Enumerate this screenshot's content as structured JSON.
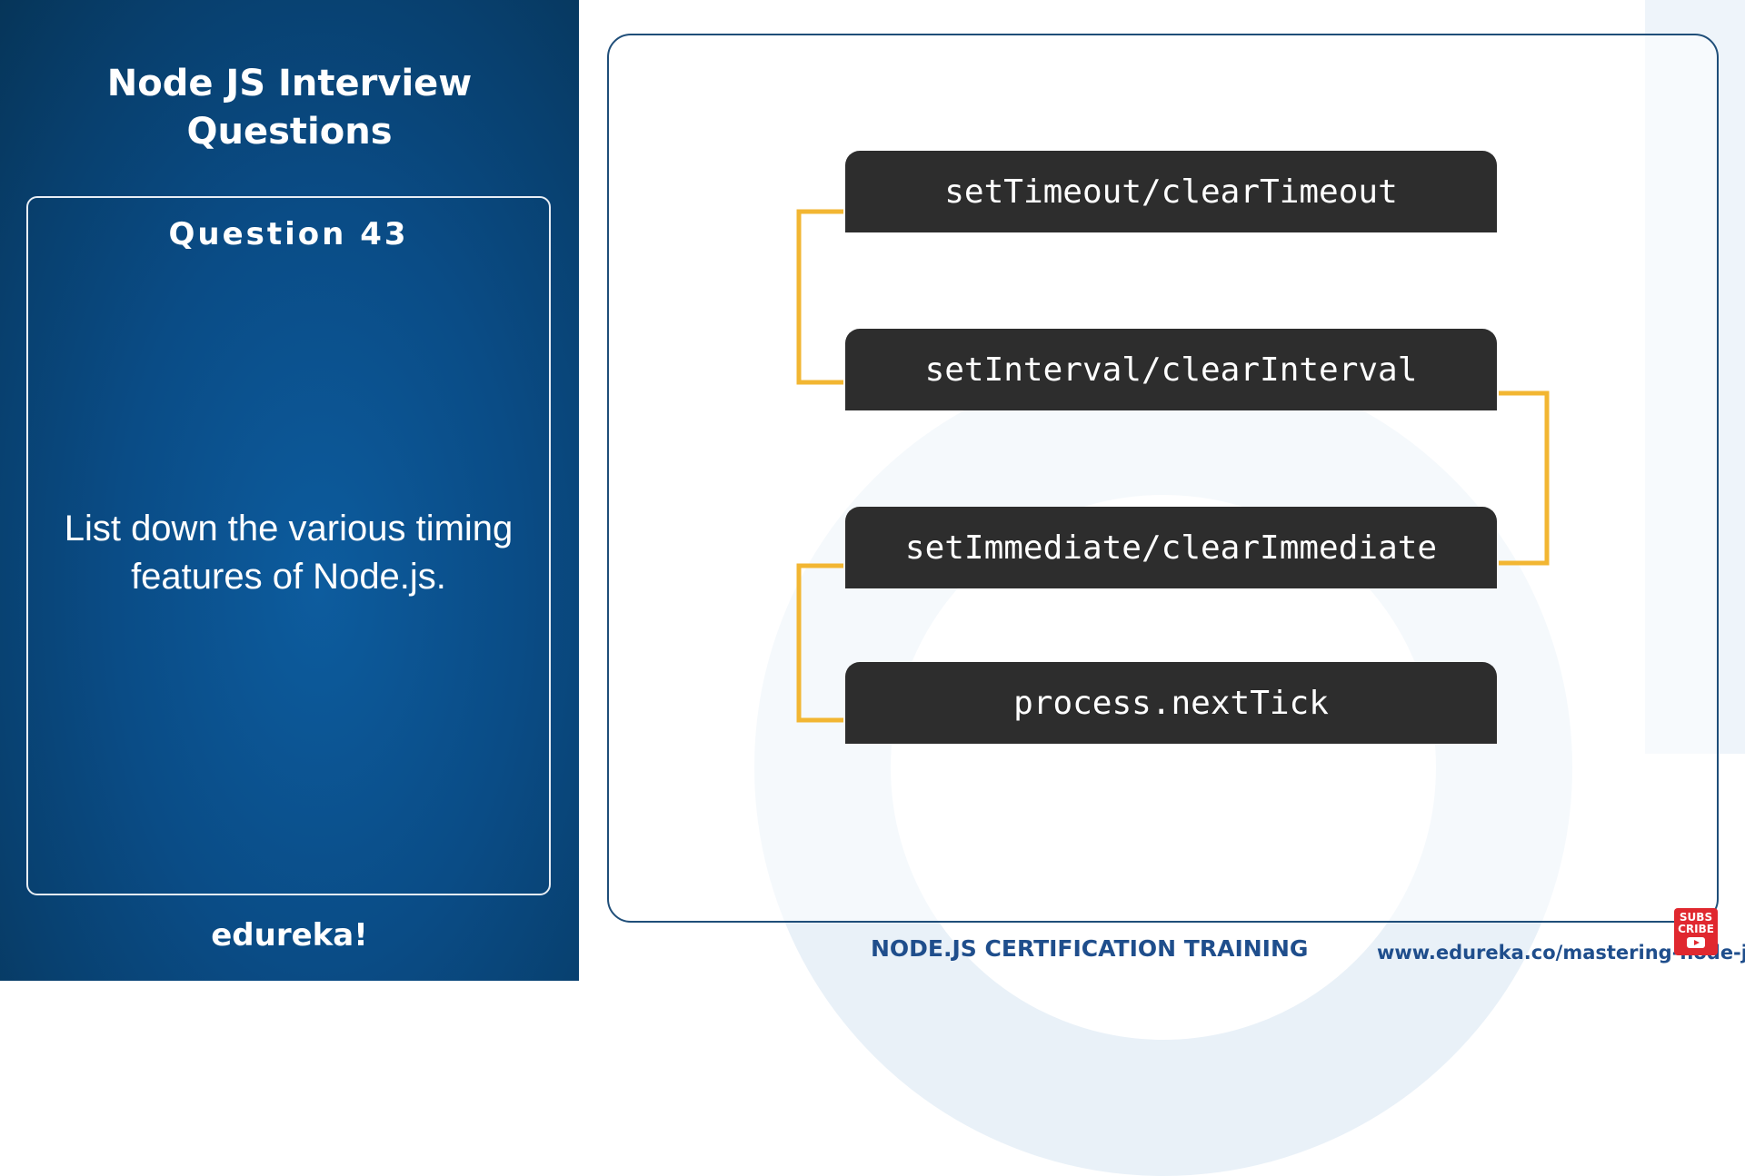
{
  "slide": {
    "title_line1": "Node JS Interview",
    "title_line2": "Questions",
    "question_number": "Question 43",
    "question_text_line1": "List down the various timing",
    "question_text_line2": "features of Node.js.",
    "brand": "edureka!"
  },
  "diagram": {
    "items": [
      "setTimeout/clearTimeout",
      "setInterval/clearInterval",
      "setImmediate/clearImmediate",
      "process.nextTick"
    ],
    "box_color": "#2d2d2d",
    "connector_color": "#f2b632"
  },
  "footer": {
    "course_title": "NODE.JS CERTIFICATION TRAINING",
    "url": "www.edureka.co/mastering-node-js",
    "subscribe_line1": "SUBS",
    "subscribe_line2": "CRIBE"
  },
  "colors": {
    "panel_blue": "#0a4c86",
    "footer_blue": "#1f4e8c",
    "subscribe_red": "#e0282f"
  }
}
